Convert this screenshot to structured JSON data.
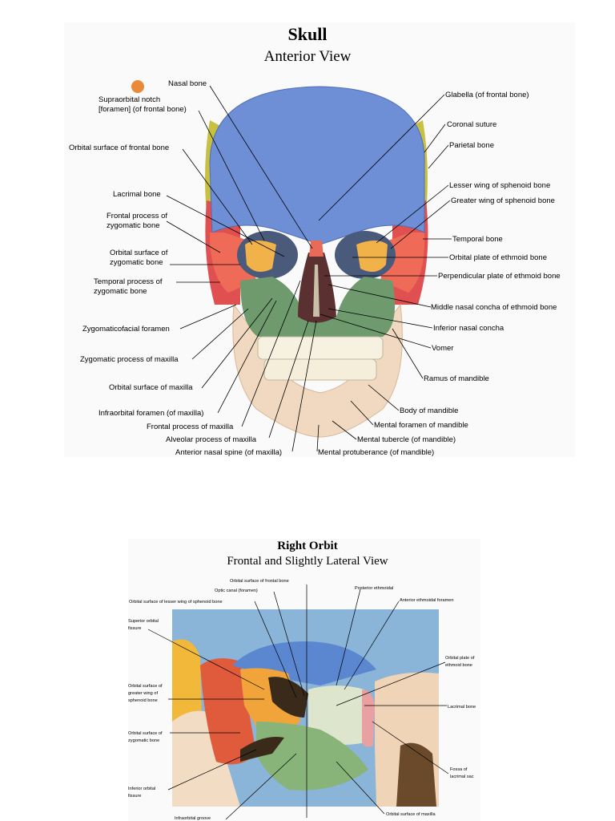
{
  "skull": {
    "title": "Skull",
    "subtitle": "Anterior View",
    "labels": {
      "nasal_bone": "Nasal bone",
      "supraorbital_notch_1": "Supraorbital notch",
      "supraorbital_notch_2": "[foramen] (of frontal bone)",
      "orbital_surface_frontal": "Orbital surface of frontal bone",
      "lacrimal_bone": "Lacrimal bone",
      "frontal_process_zyg_1": "Frontal process of",
      "frontal_process_zyg_2": "zygomatic bone",
      "orbital_surface_zyg_1": "Orbital surface of",
      "orbital_surface_zyg_2": "zygomatic bone",
      "temporal_process_zyg_1": "Temporal process of",
      "temporal_process_zyg_2": "zygomatic bone",
      "zygomaticofacial_foramen": "Zygomaticofacial foramen",
      "zygomatic_process_maxilla": "Zygomatic process of maxilla",
      "orbital_surface_maxilla": "Orbital surface of maxilla",
      "infraorbital_foramen": "Infraorbital foramen (of maxilla)",
      "frontal_process_maxilla": "Frontal process of maxilla",
      "alveolar_process_maxilla": "Alveolar process of maxilla",
      "anterior_nasal_spine": "Anterior nasal spine (of maxilla)",
      "glabella": "Glabella (of frontal bone)",
      "coronal_suture": "Coronal suture",
      "parietal_bone": "Parietal bone",
      "lesser_wing": "Lesser wing of sphenoid bone",
      "greater_wing": "Greater wing of sphenoid bone",
      "temporal_bone": "Temporal bone",
      "orbital_plate_ethmoid": "Orbital plate of ethmoid bone",
      "perpendicular_plate": "Perpendicular plate of ethmoid bone",
      "middle_nasal_concha": "Middle nasal concha of ethmoid bone",
      "inferior_nasal_concha": "Inferior nasal concha",
      "vomer": "Vomer",
      "ramus_mandible": "Ramus of mandible",
      "body_mandible": "Body of mandible",
      "mental_foramen": "Mental foramen of mandible",
      "mental_tubercle": "Mental tubercle (of mandible)",
      "mental_protuberance": "Mental protuberance (of mandible)"
    }
  },
  "orbit": {
    "title": "Right Orbit",
    "subtitle": "Frontal and Slightly Lateral View",
    "labels": {
      "orbital_surface_frontal": "Orbital surface of frontal bone",
      "optic_canal": "Optic canal (foramen)",
      "lesser_wing": "Orbital surface of lesser wing of sphenoid bone",
      "posterior_ethmoidal": "Posterior ethmoidal",
      "anterior_ethmoidal": "Anterior ethmoidal foramen",
      "superior_fissure_1": "Superior orbital",
      "superior_fissure_2": "fissure",
      "orbital_plate_1": "Orbital plate of",
      "orbital_plate_2": "ethmoid bone",
      "greater_wing_1": "Orbital surface of",
      "greater_wing_2": "greater wing of",
      "greater_wing_3": "sphenoid bone",
      "lacrimal_bone": "Lacrimal bone",
      "zygomatic_1": "Orbital surface of",
      "zygomatic_2": "zygomatic bone",
      "fossa_1": "Fossa of",
      "fossa_2": "lacrimal sac",
      "inferior_fissure_1": "Inferior orbital",
      "inferior_fissure_2": "fissure",
      "infraorbital_groove": "Infraorbital groove",
      "orbital_surface_maxilla": "Orbital surface of maxilla"
    }
  }
}
